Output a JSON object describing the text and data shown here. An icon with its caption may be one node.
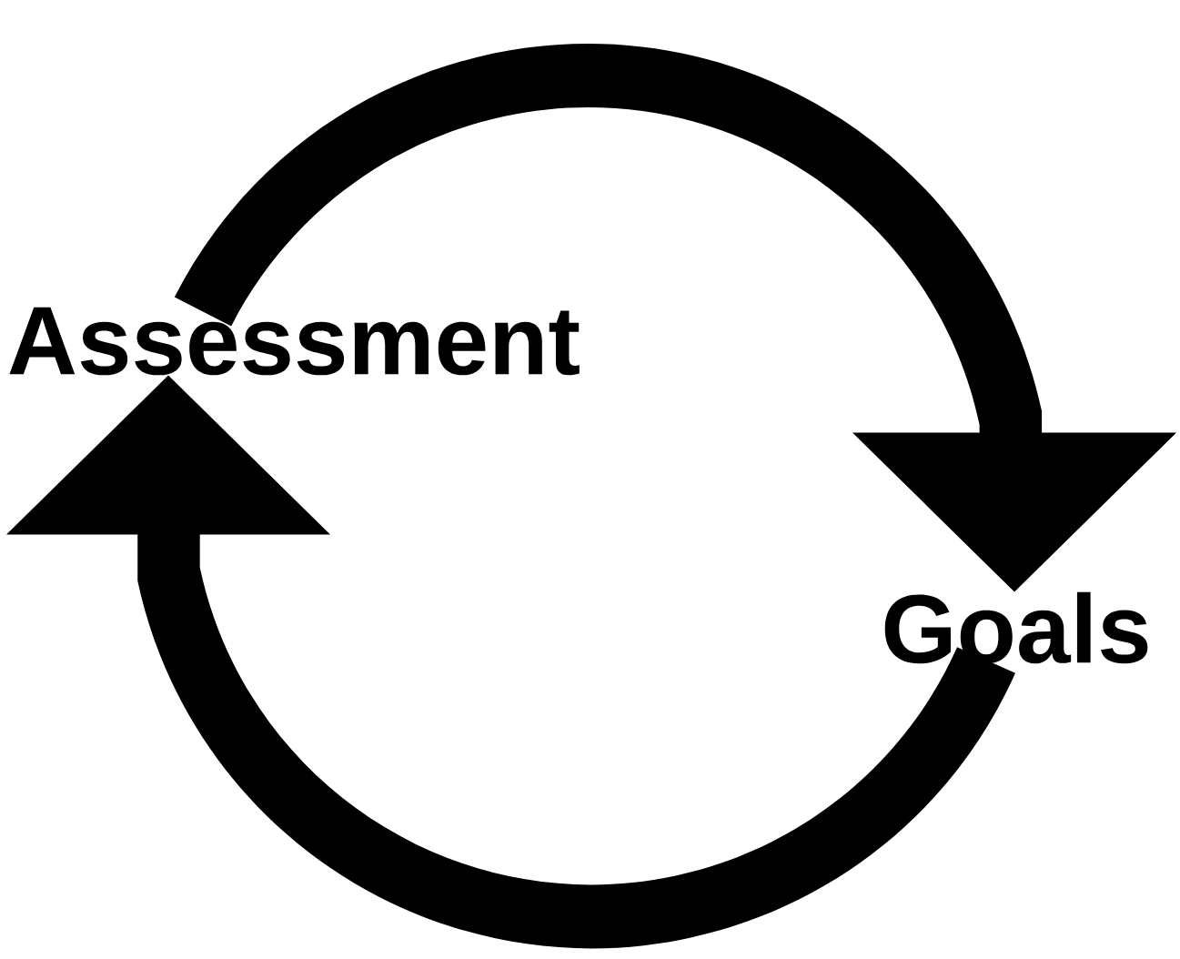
{
  "diagram": {
    "nodes": [
      {
        "text": [
          "Assessment"
        ]
      },
      {
        "text": [
          "Goals"
        ]
      }
    ],
    "edges": [
      {
        "from": 0,
        "to": 1,
        "arrow": "to"
      },
      {
        "from": 1,
        "to": 0,
        "arrow": "to"
      }
    ]
  }
}
